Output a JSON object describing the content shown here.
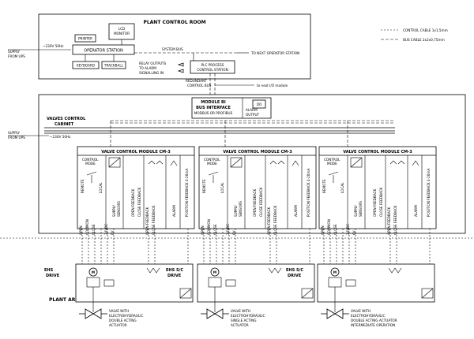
{
  "legend": {
    "control_cable": "CONTROL CABLE 1x1,5mm",
    "bus_cable": "BUS CABLE 2x2x0,75mm"
  },
  "control_room": {
    "title": "PLANT CONTROL ROOM",
    "supply": [
      "SUPPLY",
      "FROM UPS"
    ],
    "voltage": "~230V 50Hz",
    "printer": "PRINTER",
    "lcd": [
      "LCD",
      "MONITOR"
    ],
    "operator_station": "OPERATOR STATION",
    "system_bus": "SYSTEM BUS",
    "next_operator": "TO NEXT OPERATOR STATION",
    "keyboard": "KEYBOARD",
    "trackball": "TRACKBALL",
    "relay": [
      "RELAY OUTPUTS",
      "TO ALARM",
      "SIGNALLING IN"
    ],
    "plc": [
      "PLC PROCESS",
      "CONTROL STATION"
    ],
    "redundant": [
      "REDUNDANT",
      "CONTROL BUS"
    ],
    "next_io": "to next I/O module"
  },
  "cabinet": {
    "title": [
      "VALVES CONTROL",
      "CABINET"
    ],
    "supply": [
      "SUPPLY",
      "FROM UPS"
    ],
    "voltage": "~230V 50Hz",
    "module_bi": [
      "MODULE BI",
      "BUS INTERFACE",
      "MODBUS OR PROFIBUS"
    ],
    "alarm_output": [
      "ALARM",
      "OUTPUT"
    ],
    "do_label": "DO"
  },
  "modules": [
    {
      "title": "VALVE CONTROL MODULE CM-3",
      "control_mode": [
        "CONTROL",
        "MODE"
      ],
      "remote": "REMOTE",
      "local": "LOCAL",
      "sections": [
        "SUPPLY",
        "SENSORS",
        "OPEN FEEDBACK",
        "CLOSE FEEDBACK",
        "ALARM",
        "POSITION FEEDBACK 4-20mA"
      ],
      "terminals": [
        "OPEN",
        "COMMON",
        "CLOSE",
        "24VDC",
        "0V"
      ],
      "feedback": [
        "OPEN FEEDBACK",
        "CLOSE FEEDBACK"
      ]
    },
    {
      "title": "VALVE CONTROL MODULE CM-3",
      "control_mode": [
        "CONTROL",
        "MODE"
      ],
      "remote": "REMOTE",
      "local": "LOCAL",
      "sections": [
        "SUPPLY",
        "SENSORS",
        "OPEN FEEDBACK",
        "CLOSE FEEDBACK",
        "ALARM",
        "POSITION FEEDBACK 4-20mA"
      ],
      "terminals": [
        "OPEN",
        "COMMON",
        "CLOSE",
        "24VDC",
        "0V"
      ],
      "feedback": [
        "OPEN FEEDBACK",
        "CLOSE FEEDBACK"
      ]
    },
    {
      "title": "VALVE CONTROL MODULE CM-3",
      "control_mode": [
        "CONTROL",
        "MODE"
      ],
      "remote": "REMOTE",
      "local": "LOCAL",
      "sections": [
        "SUPPLY",
        "SENSORS",
        "OPEN FEEDBACK",
        "CLOSE FEEDBACK",
        "ALARM",
        "POSITION FEEDBACK 4-20mA"
      ],
      "terminals": [
        "OPEN",
        "COMMON",
        "CLOSE",
        "24VDC",
        "0V"
      ],
      "feedback": [
        "OPEN FEEDBACK",
        "CLOSE FEEDBACK"
      ]
    }
  ],
  "plant_area": "PLANT AREA",
  "drives": [
    {
      "name": [
        "EHS",
        "DRIVE"
      ],
      "caption": [
        "VALVE WITH",
        "ELECTROHYDRAULIC",
        "DOUBLE ACTING",
        "ACTUATOR"
      ]
    },
    {
      "name": [
        "EHS S/C",
        "DRIVE"
      ],
      "caption": [
        "VALVE WITH",
        "ELECTROHYDRAULIC",
        "SINGLE ACTING",
        "ACTUATOR"
      ]
    },
    {
      "name": [
        "EHS S/C",
        "DRIVE"
      ],
      "caption": [
        "VALVE WITH",
        "ELECTROHYDRAULIC",
        "DOUBLE ACTING ACTUATOR",
        "INTERMEDIATE OPERATION"
      ]
    }
  ]
}
